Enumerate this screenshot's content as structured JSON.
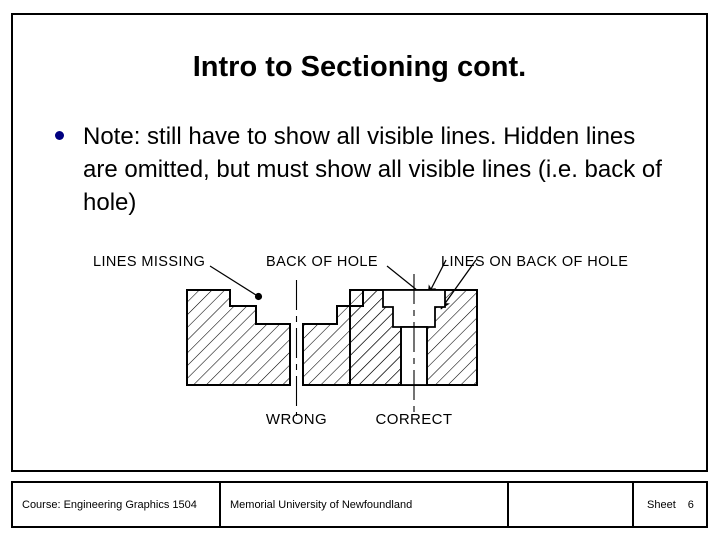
{
  "slide": {
    "title": "Intro to Sectioning cont.",
    "bullets": [
      "Note: still have to show all visible lines. Hidden lines are omitted, but must show all visible lines (i.e. back of hole)"
    ],
    "bullet_color": "#000080",
    "border_color": "#000000",
    "background_color": "#ffffff"
  },
  "figure": {
    "type": "engineering-drawing",
    "description": "Two sectional views of a counterbored hole comparing incorrect and correct representation",
    "labels": {
      "lines_missing": "LINES MISSING",
      "back_of_hole": "BACK OF HOLE",
      "lines_on_back_of_hole": "LINES ON BACK OF HOLE",
      "wrong": "WRONG",
      "correct": "CORRECT"
    },
    "hatch_color": "#000000",
    "line_color": "#000000"
  },
  "footer": {
    "course": "Course: Engineering Graphics 1504",
    "institution": "Memorial University of Newfoundland",
    "blank": "",
    "sheet_label": "Sheet",
    "sheet_number": "6"
  }
}
